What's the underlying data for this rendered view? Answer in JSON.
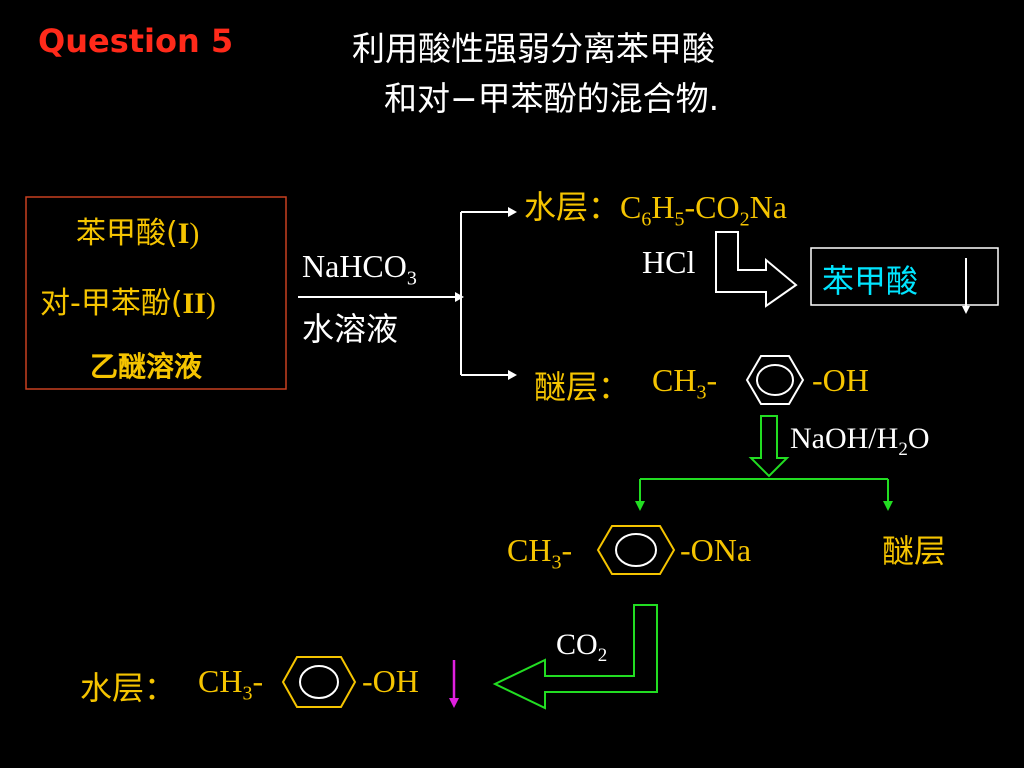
{
  "slide": {
    "question_label": "Question  5",
    "title_line1": "利用酸性强弱分离苯甲酸",
    "title_line2": "和对−甲苯酚的混合物."
  },
  "mixture_box": {
    "line1_cn": "苯甲酸(",
    "line1_roman": "I",
    "line1_close": ")",
    "line2_cn": "对-甲苯酚(",
    "line2_roman": "II",
    "line2_close": ")",
    "line3": "乙醚溶液"
  },
  "reagent1": {
    "name_main": "NaHCO",
    "name_sub": "3",
    "solvent": "水溶液"
  },
  "water_layer": {
    "label": "水层：",
    "formula": [
      {
        "t": "C",
        "sub": false
      },
      {
        "t": "6",
        "sub": true
      },
      {
        "t": "H",
        "sub": false
      },
      {
        "t": "5",
        "sub": true
      },
      {
        "t": "-CO",
        "sub": false
      },
      {
        "t": "2",
        "sub": true
      },
      {
        "t": "Na",
        "sub": false
      }
    ]
  },
  "acidify": {
    "reagent": "HCl",
    "product": "苯甲酸"
  },
  "ether_layer": {
    "label": "醚层：",
    "prefix_main": "CH",
    "prefix_sub": "3",
    "prefix_dash": "-",
    "suffix": "-OH"
  },
  "reagent2": {
    "main": "NaOH/H",
    "sub": "2",
    "end": "O"
  },
  "branch": {
    "salt_prefix_main": "CH",
    "salt_prefix_sub": "3",
    "salt_prefix_dash": "-",
    "salt_suffix": "-ONa",
    "ether_label": "醚层"
  },
  "co2": {
    "main": "CO",
    "sub": "2"
  },
  "final": {
    "label": "水层：",
    "prefix_main": "CH",
    "prefix_sub": "3",
    "prefix_dash": "-",
    "suffix": "-OH"
  },
  "colors": {
    "background": "#000000",
    "text_white": "#ffffff",
    "formula_yellow": "#f5c400",
    "question_red": "#ff2a1a",
    "product_cyan": "#00e5ff",
    "arrow_green": "#22dd22",
    "precipitate_magenta": "#e020e0",
    "box_border_red": "#c84020"
  }
}
